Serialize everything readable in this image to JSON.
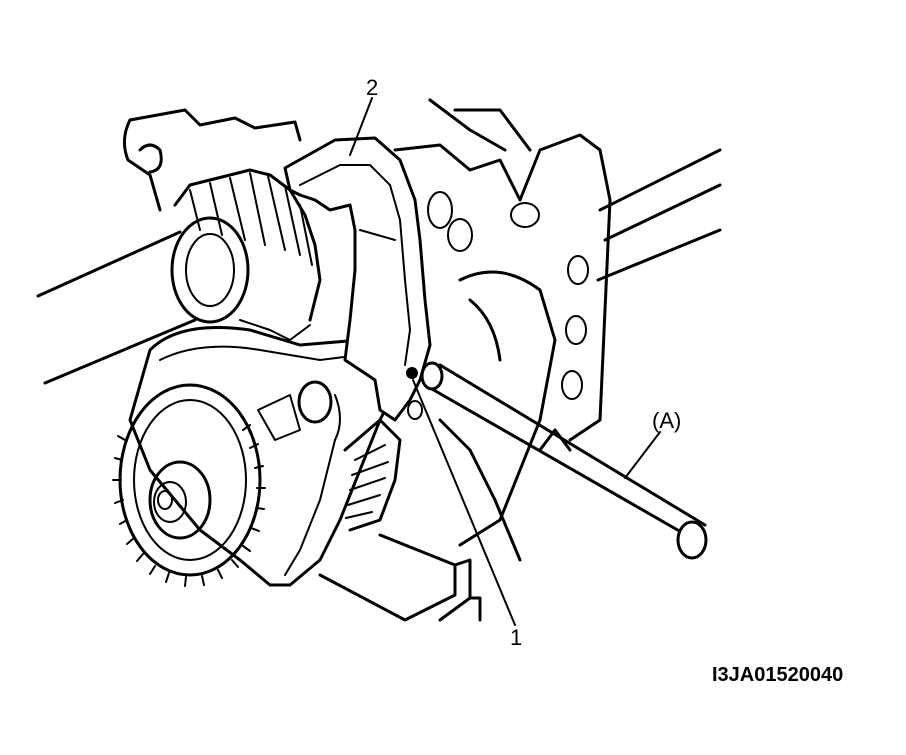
{
  "callouts": {
    "part_1": "1",
    "part_2": "2",
    "tool_a": "(A)"
  },
  "figure_code": "I3JA01520040",
  "colors": {
    "line": "#000000",
    "background": "#ffffff"
  }
}
